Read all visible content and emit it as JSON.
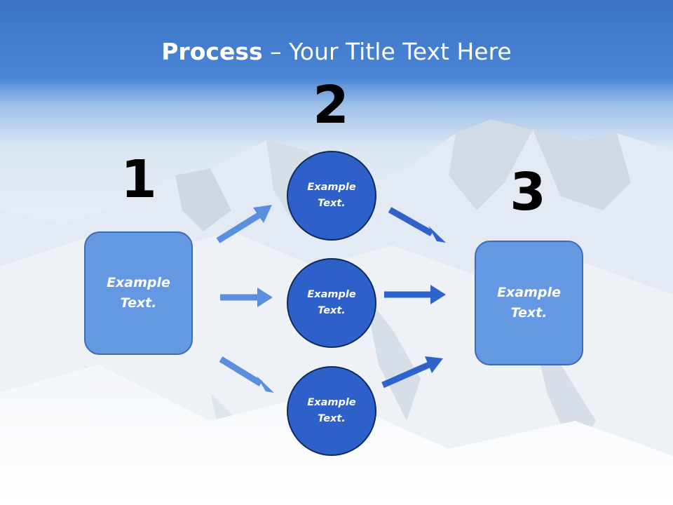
{
  "title": {
    "bold": "Process",
    "rest": " – Your Title Text Here"
  },
  "steps": {
    "one": "1",
    "two": "2",
    "three": "3"
  },
  "boxes": {
    "left": "Example\nText.",
    "right": "Example\nText."
  },
  "circles": {
    "top": "Example\nText.",
    "middle": "Example\nText.",
    "bottom": "Example\nText."
  },
  "colors": {
    "box_fill": "#6598e2",
    "circle_fill": "#2d60c8",
    "arrow_light": "#5a8fe0",
    "arrow_dark": "#2f63cc"
  }
}
